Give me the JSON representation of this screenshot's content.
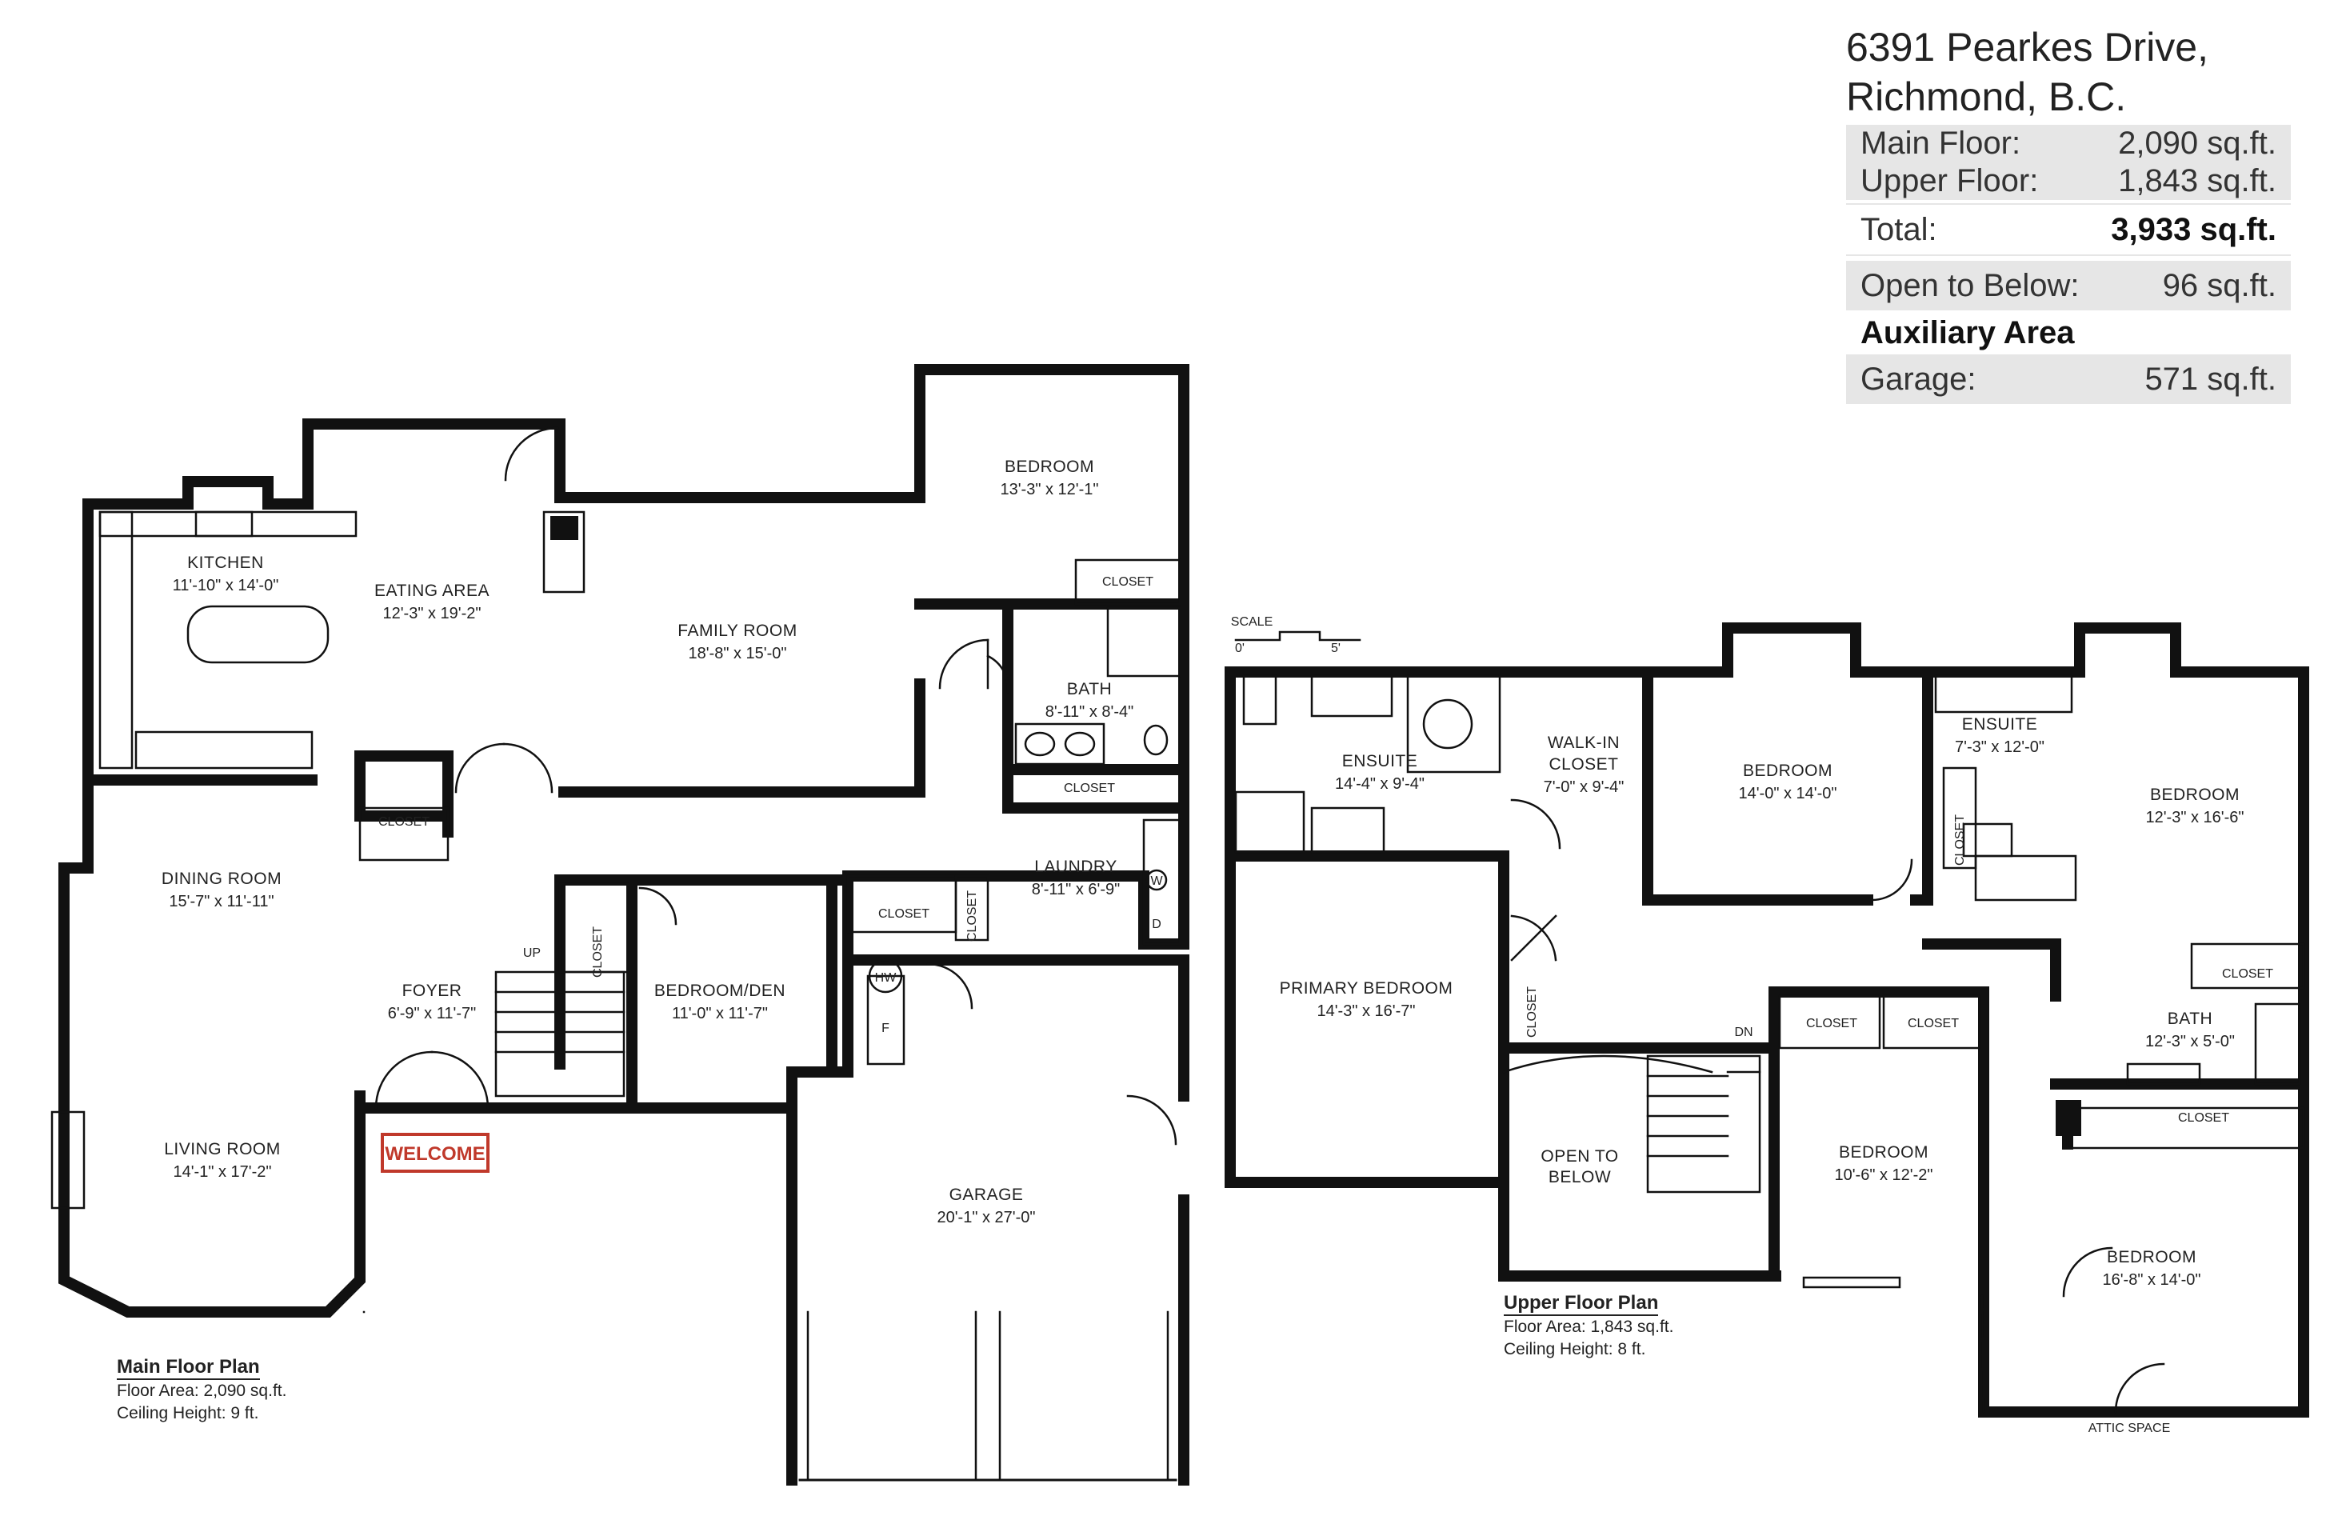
{
  "summary": {
    "address_line1": "6391 Pearkes Drive,",
    "address_line2": "Richmond, B.C.",
    "main_floor_label": "Main Floor:",
    "main_floor_value": "2,090 sq.ft.",
    "upper_floor_label": "Upper Floor:",
    "upper_floor_value": "1,843 sq.ft.",
    "total_label": "Total:",
    "total_value": "3,933 sq.ft.",
    "open_below_label": "Open to Below:",
    "open_below_value": "96 sq.ft.",
    "auxiliary_heading": "Auxiliary Area",
    "garage_label": "Garage:",
    "garage_value": "571 sq.ft."
  },
  "main_floor": {
    "title": "Main Floor Plan",
    "area": "Floor Area: 2,090 sq.ft.",
    "ceiling": "Ceiling Height: 9 ft.",
    "welcome": "WELCOME",
    "rooms": {
      "kitchen": {
        "name": "KITCHEN",
        "dims": "11'-10\" x 14'-0\""
      },
      "eating_area": {
        "name": "EATING AREA",
        "dims": "12'-3\" x 19'-2\""
      },
      "family_room": {
        "name": "FAMILY ROOM",
        "dims": "18'-8\" x 15'-0\""
      },
      "bedroom": {
        "name": "BEDROOM",
        "dims": "13'-3\" x 12'-1\""
      },
      "bath": {
        "name": "BATH",
        "dims": "8'-11\" x 8'-4\""
      },
      "dining_room": {
        "name": "DINING ROOM",
        "dims": "15'-7\" x 11'-11\""
      },
      "foyer": {
        "name": "FOYER",
        "dims": "6'-9\" x 11'-7\""
      },
      "bedroom_den": {
        "name": "BEDROOM/DEN",
        "dims": "11'-0\" x 11'-7\""
      },
      "laundry": {
        "name": "LAUNDRY",
        "dims": "8'-11\" x 6'-9\""
      },
      "living_room": {
        "name": "LIVING ROOM",
        "dims": "14'-1\" x 17'-2\""
      },
      "garage": {
        "name": "GARAGE",
        "dims": "20'-1\" x 27'-0\""
      }
    },
    "closet": "CLOSET",
    "up": "UP",
    "hw": "HW",
    "f": "F",
    "w": "W",
    "d": "D"
  },
  "upper_floor": {
    "title": "Upper Floor Plan",
    "area": "Floor Area: 1,843 sq.ft.",
    "ceiling": "Ceiling Height: 8 ft.",
    "scale_label": "SCALE",
    "scale_0": "0'",
    "scale_5": "5'",
    "rooms": {
      "ensuite_primary": {
        "name": "ENSUITE",
        "dims": "14'-4\" x 9'-4\""
      },
      "walkin": {
        "name": "WALK-IN",
        "name2": "CLOSET",
        "dims": "7'-0\" x 9'-4\""
      },
      "bedroom_a": {
        "name": "BEDROOM",
        "dims": "14'-0\" x 14'-0\""
      },
      "ensuite_b": {
        "name": "ENSUITE",
        "dims": "7'-3\" x 12'-0\""
      },
      "bedroom_b": {
        "name": "BEDROOM",
        "dims": "12'-3\" x 16'-6\""
      },
      "primary_bedroom": {
        "name": "PRIMARY BEDROOM",
        "dims": "14'-3\" x 16'-7\""
      },
      "open_below": {
        "name": "OPEN TO",
        "name2": "BELOW"
      },
      "bedroom_c": {
        "name": "BEDROOM",
        "dims": "10'-6\" x 12'-2\""
      },
      "bath": {
        "name": "BATH",
        "dims": "12'-3\" x 5'-0\""
      },
      "bedroom_d": {
        "name": "BEDROOM",
        "dims": "16'-8\" x 14'-0\""
      }
    },
    "closet": "CLOSET",
    "dn": "DN",
    "attic": "ATTIC SPACE"
  }
}
